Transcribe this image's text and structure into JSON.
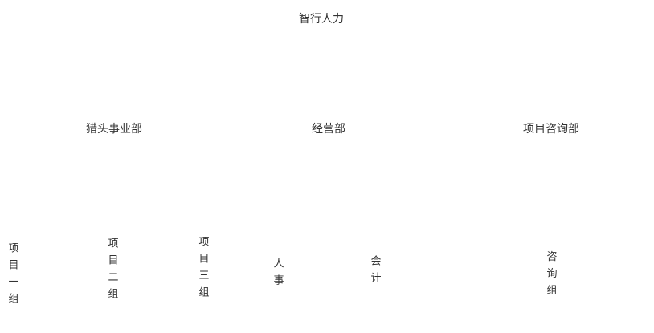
{
  "page_title": "智行人力",
  "chart": {
    "type": "org-tree",
    "text_color": "#333333",
    "background_color": "#ffffff",
    "root": {
      "label": "智行人力"
    },
    "departments": [
      {
        "label": "猎头事业部",
        "children": [
          {
            "label": "项目一组"
          },
          {
            "label": "项目二组"
          },
          {
            "label": "项目三组"
          }
        ]
      },
      {
        "label": "经营部",
        "children": [
          {
            "label": "人事"
          },
          {
            "label": "会计"
          }
        ]
      },
      {
        "label": "项目咨询部",
        "children": [
          {
            "label": "咨询组"
          }
        ]
      }
    ]
  }
}
